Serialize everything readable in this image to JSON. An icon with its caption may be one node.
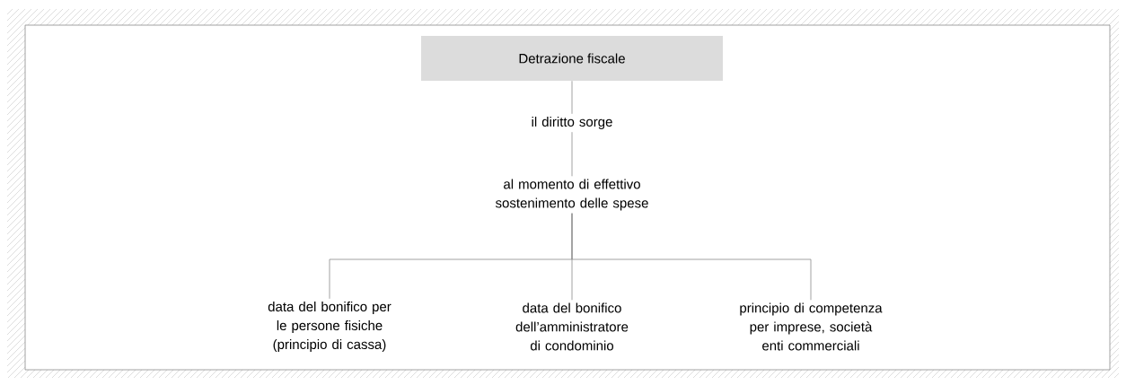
{
  "diagram": {
    "nodes": [
      {
        "text": [
          "Detrazione fiscale"
        ]
      },
      {
        "text": [
          "il diritto sorge"
        ]
      },
      {
        "text": [
          "al momento di effettivo sostenimento delle spese"
        ]
      },
      {
        "text": [
          "data del bonifico per le persone fisiche (principio di cassa)"
        ]
      },
      {
        "text": [
          "data del bonifico dell’amministratore di condominio"
        ]
      },
      {
        "text": [
          "principio di competenza per imprese, società enti commerciali"
        ]
      }
    ],
    "edges": [
      {
        "from": 0,
        "to": 1,
        "arrow": "none"
      },
      {
        "from": 1,
        "to": 2,
        "arrow": "none"
      },
      {
        "from": 2,
        "to": 3,
        "arrow": "none"
      },
      {
        "from": 2,
        "to": 4,
        "arrow": "none"
      },
      {
        "from": 2,
        "to": 5,
        "arrow": "none"
      }
    ]
  }
}
